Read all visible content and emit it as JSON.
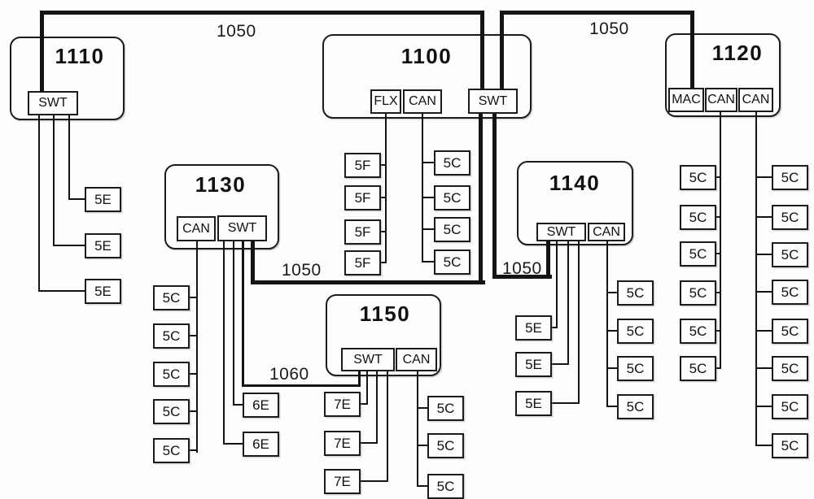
{
  "ecus": {
    "e1110": {
      "title": "1110",
      "ports": {
        "swt": "SWT"
      }
    },
    "e1100": {
      "title": "1100",
      "ports": {
        "flx": "FLX",
        "can": "CAN",
        "swt": "SWT"
      }
    },
    "e1120": {
      "title": "1120",
      "ports": {
        "mac": "MAC",
        "can1": "CAN",
        "can2": "CAN"
      }
    },
    "e1130": {
      "title": "1130",
      "ports": {
        "can": "CAN",
        "swt": "SWT"
      }
    },
    "e1140": {
      "title": "1140",
      "ports": {
        "swt": "SWT",
        "can": "CAN"
      }
    },
    "e1150": {
      "title": "1150",
      "ports": {
        "swt": "SWT",
        "can": "CAN"
      }
    }
  },
  "bus_labels": {
    "top_left": "1050",
    "top_right": "1050",
    "mid_left": "1050",
    "mid_right": "1050",
    "lower": "1060"
  },
  "chains": {
    "c1110_swt": [
      "5E",
      "5E",
      "5E"
    ],
    "c1100_flx": [
      "5F",
      "5F",
      "5F",
      "5F"
    ],
    "c1100_can": [
      "5C",
      "5C",
      "5C",
      "5C"
    ],
    "c1120_can1": [
      "5C",
      "5C",
      "5C",
      "5C",
      "5C",
      "5C"
    ],
    "c1120_can2": [
      "5C",
      "5C",
      "5C",
      "5C",
      "5C",
      "5C",
      "5C",
      "5C"
    ],
    "c1130_can": [
      "5C",
      "5C",
      "5C",
      "5C",
      "5C"
    ],
    "c1130_swt": [
      "6E",
      "6E"
    ],
    "c1140_swt": [
      "5E",
      "5E",
      "5E"
    ],
    "c1140_can": [
      "5C",
      "5C",
      "5C",
      "5C"
    ],
    "c1150_swt": [
      "7E",
      "7E",
      "7E"
    ],
    "c1150_can": [
      "5C",
      "5C",
      "5C"
    ]
  },
  "colors": {
    "line": "#141414",
    "background": "#fdfdfb",
    "box_fill": "#fdfdfb"
  }
}
